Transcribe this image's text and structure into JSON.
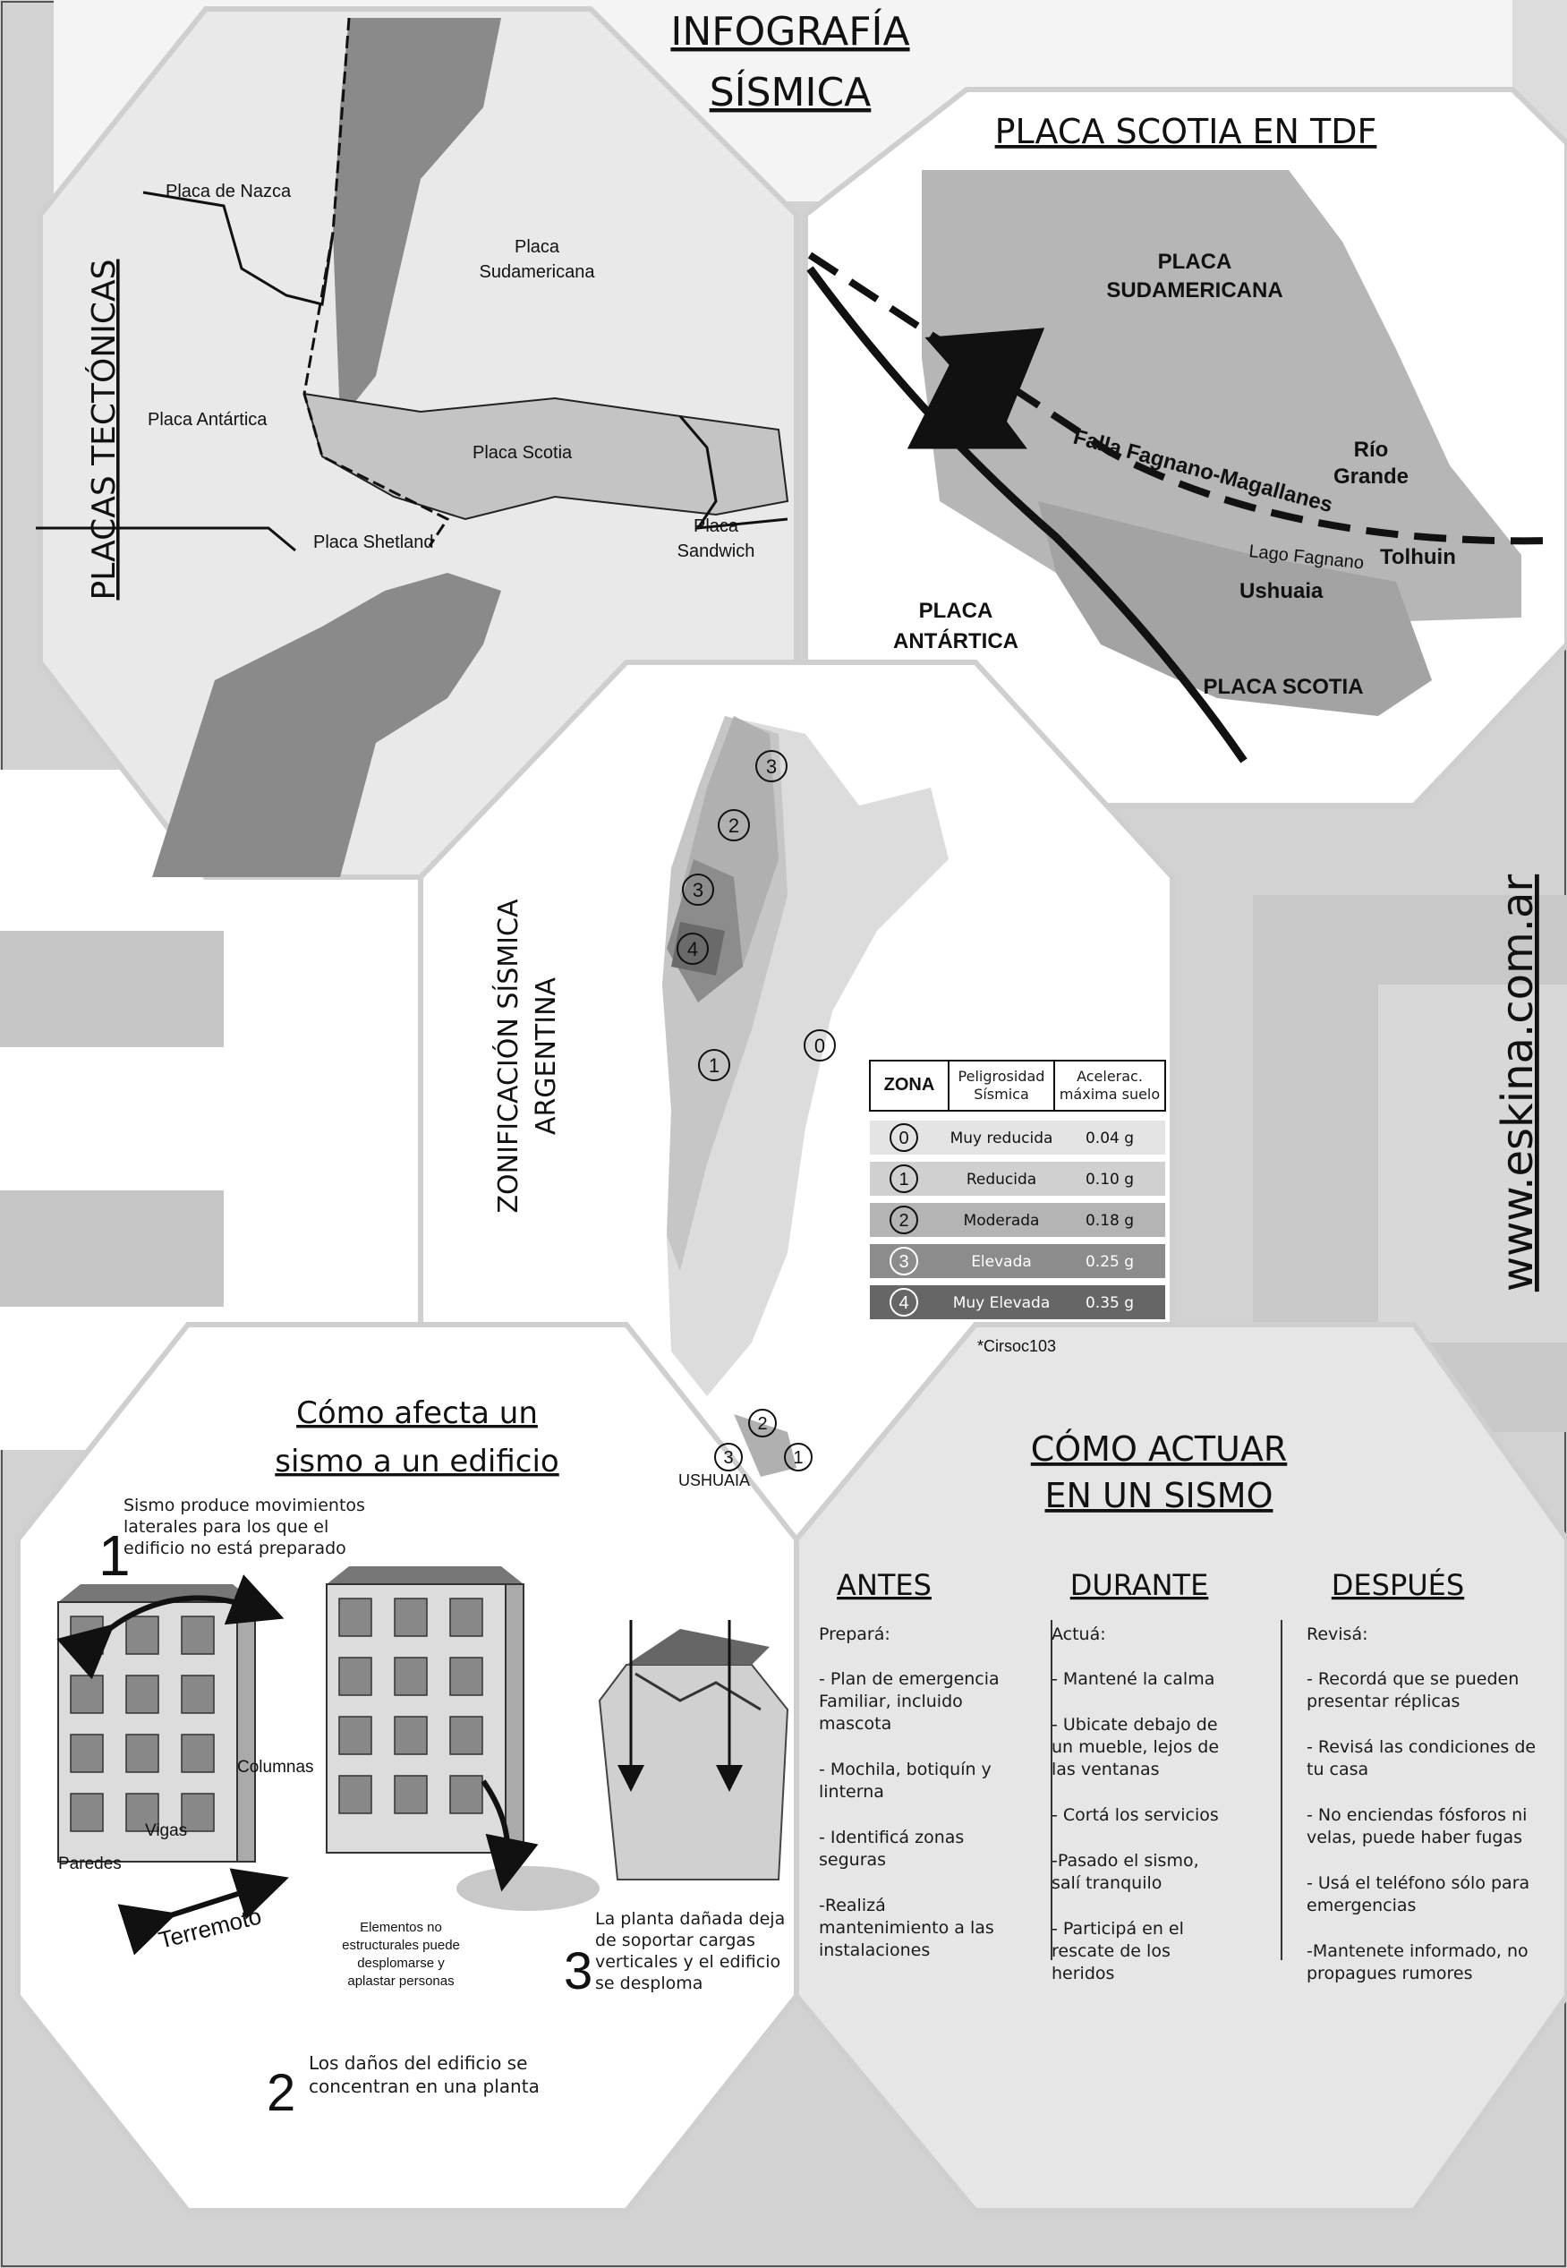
{
  "header": {
    "title_line1": "INFOGRAFÍA",
    "title_line2": "SÍSMICA"
  },
  "plates_panel": {
    "side_title": "PLACAS TECTÓNICAS",
    "labels": {
      "nazca": "Placa de Nazca",
      "sudamericana_1": "Placa",
      "sudamericana_2": "Sudamericana",
      "antartica": "Placa Antártica",
      "scotia": "Placa Scotia",
      "shetland": "Placa Shetland",
      "sandwich_1": "Placa",
      "sandwich_2": "Sandwich"
    }
  },
  "tdf_panel": {
    "title": "PLACA SCOTIA EN TDF",
    "labels": {
      "sudamericana_1": "PLACA",
      "sudamericana_2": "SUDAMERICANA",
      "falla": "Falla Fagnano-Magallanes",
      "rio_grande_1": "Río",
      "rio_grande_2": "Grande",
      "lago": "Lago Fagnano",
      "tolhuin": "Tolhuin",
      "ushuaia": "Ushuaia",
      "antartica_1": "PLACA",
      "antartica_2": "ANTÁRTICA",
      "scotia": "PLACA SCOTIA"
    }
  },
  "zoning_panel": {
    "side_title_1": "ZONIFICACIÓN SÍSMICA",
    "side_title_2": "ARGENTINA",
    "map_zone_markers": [
      "3",
      "2",
      "3",
      "4",
      "1",
      "0",
      "2",
      "3",
      "1"
    ],
    "ushuaia_label": "USHUAIA",
    "table": {
      "headers": {
        "zona": "ZONA",
        "peligro_1": "Peligrosidad",
        "peligro_2": "Sísmica",
        "acel_1": "Acelerac.",
        "acel_2": "máxima suelo"
      },
      "rows": [
        {
          "zone": "0",
          "hazard": "Muy reducida",
          "accel": "0.04 g",
          "color": "#e4e4e4"
        },
        {
          "zone": "1",
          "hazard": "Reducida",
          "accel": "0.10 g",
          "color": "#d0d0d0"
        },
        {
          "zone": "2",
          "hazard": "Moderada",
          "accel": "0.18 g",
          "color": "#b4b4b4"
        },
        {
          "zone": "3",
          "hazard": "Elevada",
          "accel": "0.25 g",
          "color": "#8c8c8c"
        },
        {
          "zone": "4",
          "hazard": "Muy Elevada",
          "accel": "0.35 g",
          "color": "#666666"
        }
      ],
      "footnote": "*Cirsoc103"
    }
  },
  "website": "www.eskina.com.ar",
  "building_panel": {
    "title_1": "Cómo afecta un",
    "title_2": "sismo a un edificio",
    "step1_number": "1",
    "step1_text": [
      "Sismo produce movimientos",
      "laterales para los que el",
      "edificio no está preparado"
    ],
    "label_columnas": "Columnas",
    "label_vigas": "Vigas",
    "label_paredes": "Paredes",
    "label_terremoto": "Terremoto",
    "elementos_text": [
      "Elementos no",
      "estructurales puede",
      "desplomarse y",
      "aplastar personas"
    ],
    "step2_number": "2",
    "step2_text": [
      "Los daños del edificio se",
      "concentran en una planta"
    ],
    "step3_number": "3",
    "step3_text": [
      "La planta dañada deja",
      "de soportar cargas",
      "verticales y el edificio",
      "se desploma"
    ]
  },
  "actuar_panel": {
    "title_1": "CÓMO ACTUAR",
    "title_2": "EN UN SISMO",
    "columns": [
      {
        "heading": "ANTES",
        "lead": "Prepará:",
        "items": [
          [
            "- Plan de emergencia",
            "Familiar, incluido",
            "mascota"
          ],
          [
            "- Mochila, botiquín y",
            "linterna"
          ],
          [
            "- Identificá zonas",
            "seguras"
          ],
          [
            "-Realizá",
            "mantenimiento a las",
            "instalaciones"
          ]
        ]
      },
      {
        "heading": "DURANTE",
        "lead": "Actuá:",
        "items": [
          [
            "- Mantené la calma"
          ],
          [
            "- Ubicate debajo de",
            "un mueble, lejos de",
            "las ventanas"
          ],
          [
            "- Cortá los servicios"
          ],
          [
            "-Pasado el sismo,",
            "salí tranquilo"
          ],
          [
            "- Participá en el",
            "rescate de los",
            "heridos"
          ]
        ]
      },
      {
        "heading": "DESPUÉS",
        "lead": "Revisá:",
        "items": [
          [
            "- Recordá que se pueden",
            "presentar réplicas"
          ],
          [
            "- Revisá las condiciones de",
            "tu casa"
          ],
          [
            "- No enciendas fósforos ni",
            "velas, puede haber fugas"
          ],
          [
            "- Usá el teléfono sólo para",
            "emergencias"
          ],
          [
            "-Mantenete informado, no",
            "propagues rumores"
          ]
        ]
      }
    ]
  },
  "colors": {
    "frame": "#d2d2d2",
    "panel_light": "#e6e6e6",
    "ink": "#111111",
    "land_dark": "#8a8a8a",
    "land_mid": "#b8b8b8"
  }
}
